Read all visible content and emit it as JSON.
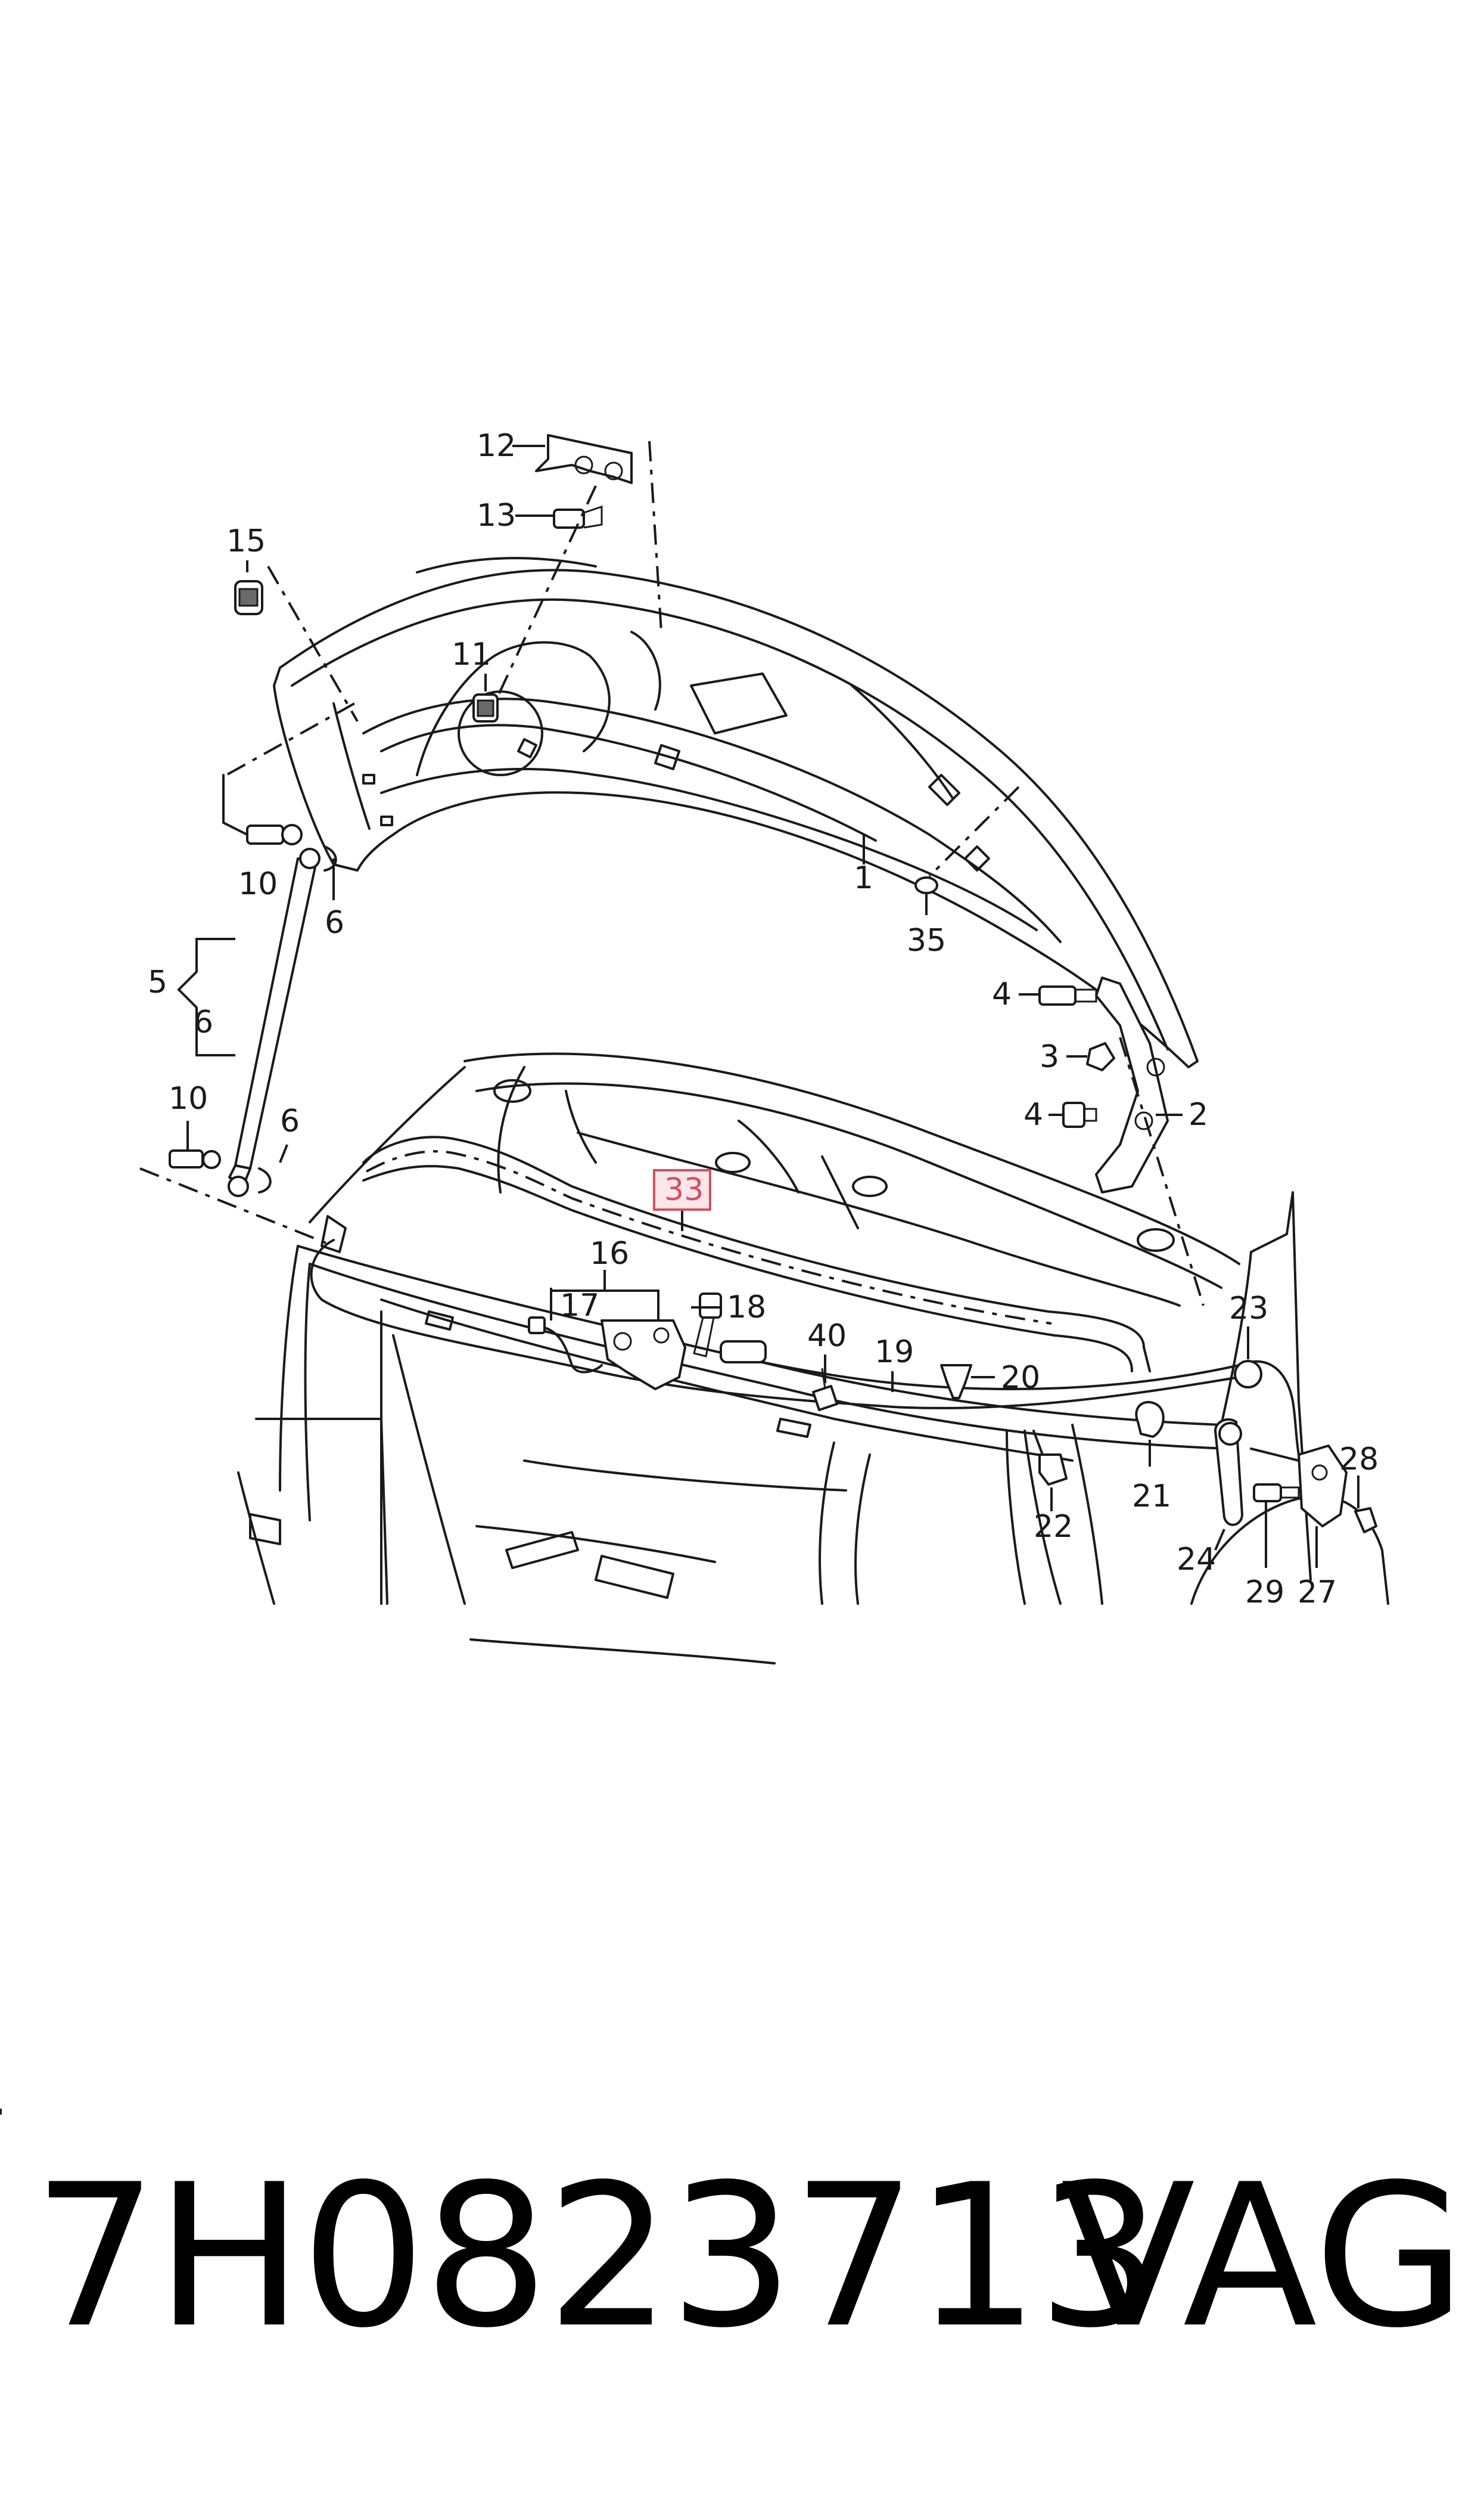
{
  "diagram": {
    "highlighted_callout": "33",
    "highlight_color": "#d4505e",
    "callouts": [
      "12",
      "13",
      "15",
      "11",
      "1",
      "35",
      "10",
      "6",
      "5",
      "6",
      "4",
      "3",
      "4",
      "2",
      "10",
      "6",
      "33",
      "16",
      "17",
      "18",
      "40",
      "19",
      "20",
      "23",
      "21",
      "22",
      "24",
      "28",
      "29",
      "27"
    ]
  },
  "footer": {
    "part_number": "7H0823713",
    "brand": "VAG"
  }
}
